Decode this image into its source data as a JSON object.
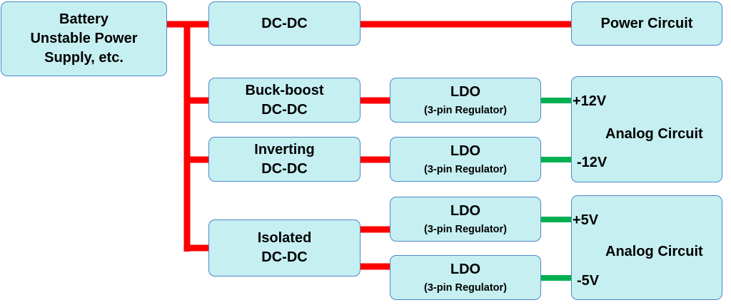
{
  "colors": {
    "box_fill": "#c6eff1",
    "box_border": "#4f86c6",
    "power_line": "#ff0000",
    "output_line": "#00b050"
  },
  "battery": {
    "lines": [
      "Battery",
      "Unstable Power",
      "Supply, etc."
    ]
  },
  "dcdc": {
    "label": "DC-DC"
  },
  "power_circuit": {
    "label": "Power Circuit"
  },
  "buck_boost": {
    "lines": [
      "Buck-boost",
      "DC-DC"
    ]
  },
  "inverting": {
    "lines": [
      "Inverting",
      "DC-DC"
    ]
  },
  "isolated": {
    "lines": [
      "Isolated",
      "DC-DC"
    ]
  },
  "ldo": [
    {
      "title": "LDO",
      "subtitle": "(3-pin Regulator)"
    },
    {
      "title": "LDO",
      "subtitle": "(3-pin Regulator)"
    },
    {
      "title": "LDO",
      "subtitle": "(3-pin Regulator)"
    },
    {
      "title": "LDO",
      "subtitle": "(3-pin Regulator)"
    }
  ],
  "analog_1": {
    "label": "Analog Circuit",
    "v_pos": "+12V",
    "v_neg": "-12V"
  },
  "analog_2": {
    "label": "Analog Circuit",
    "v_pos": "+5V",
    "v_neg": "-5V"
  }
}
